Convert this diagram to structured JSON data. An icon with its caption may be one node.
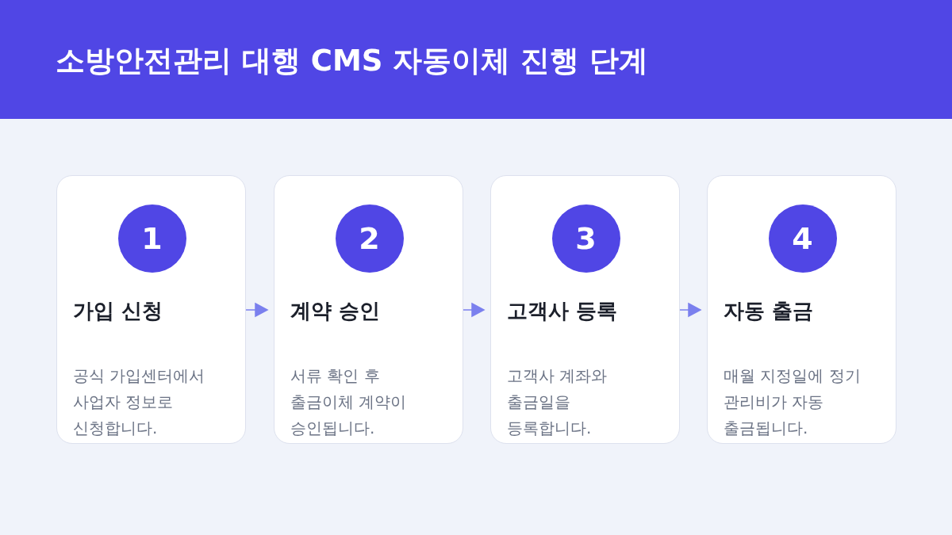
{
  "diagram": {
    "title": "소방안전관리 대행 CMS 자동이체 진행 단계",
    "nodes": [
      {
        "text": [
          "가입 신청",
          "공식 가입센터에서 사업자 정보로 신청합니다."
        ]
      },
      {
        "text": [
          "1"
        ],
        "in": 0
      },
      {
        "text": [
          "계약 승인",
          "서류 확인 후 출금이체 계약이 승인됩니다."
        ]
      },
      {
        "text": [
          "2"
        ],
        "in": 2
      },
      {
        "text": [
          "고객사 등록",
          "고객사 계좌와 출금일을 등록합니다."
        ]
      },
      {
        "text": [
          "3"
        ],
        "in": 4
      },
      {
        "text": [
          "자동 출금",
          "매월 지정일에 정기 관리비가 자동 출금됩니다."
        ]
      },
      {
        "text": [
          "4"
        ],
        "in": 6
      }
    ],
    "edges": [
      {
        "from": 0,
        "to": 2,
        "arrow": "to"
      },
      {
        "from": 2,
        "to": 4,
        "arrow": "to"
      },
      {
        "from": 4,
        "to": 6,
        "arrow": "to"
      }
    ]
  }
}
